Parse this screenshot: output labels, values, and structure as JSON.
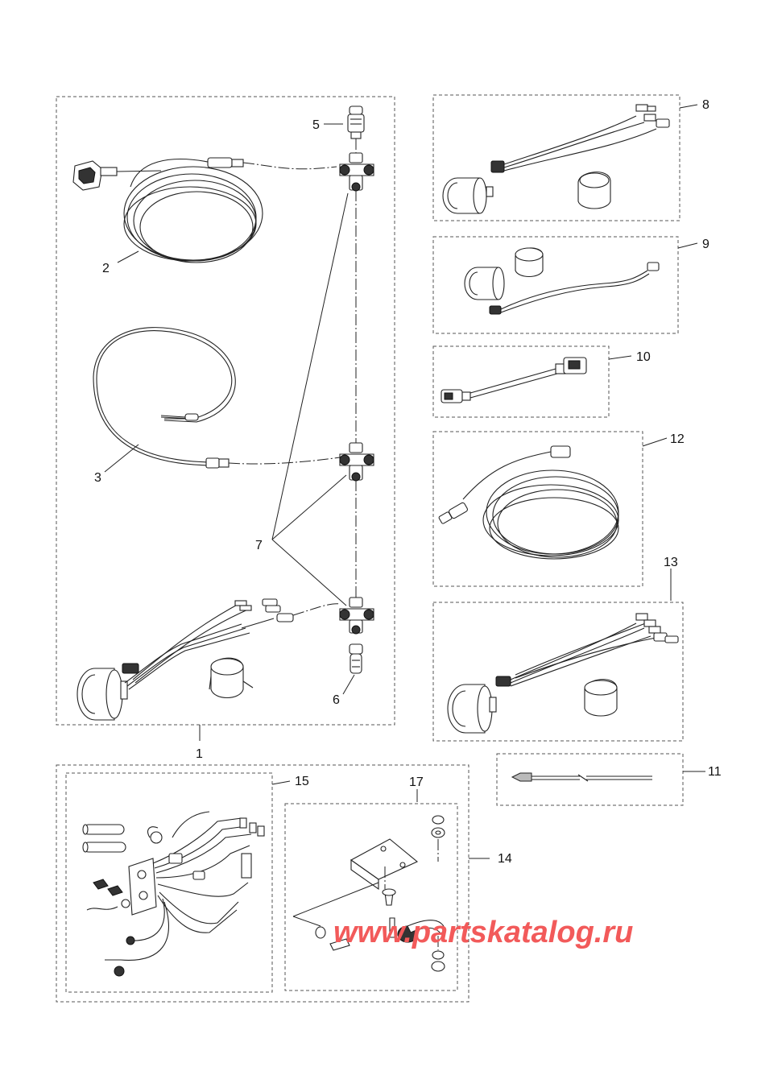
{
  "callouts": {
    "c1": "1",
    "c2": "2",
    "c3": "3",
    "c5": "5",
    "c6": "6",
    "c7": "7",
    "c8": "8",
    "c9": "9",
    "c10": "10",
    "c11": "11",
    "c12": "12",
    "c13": "13",
    "c14": "14",
    "c15": "15",
    "c17": "17"
  },
  "watermark": "www.partskatalog.ru"
}
